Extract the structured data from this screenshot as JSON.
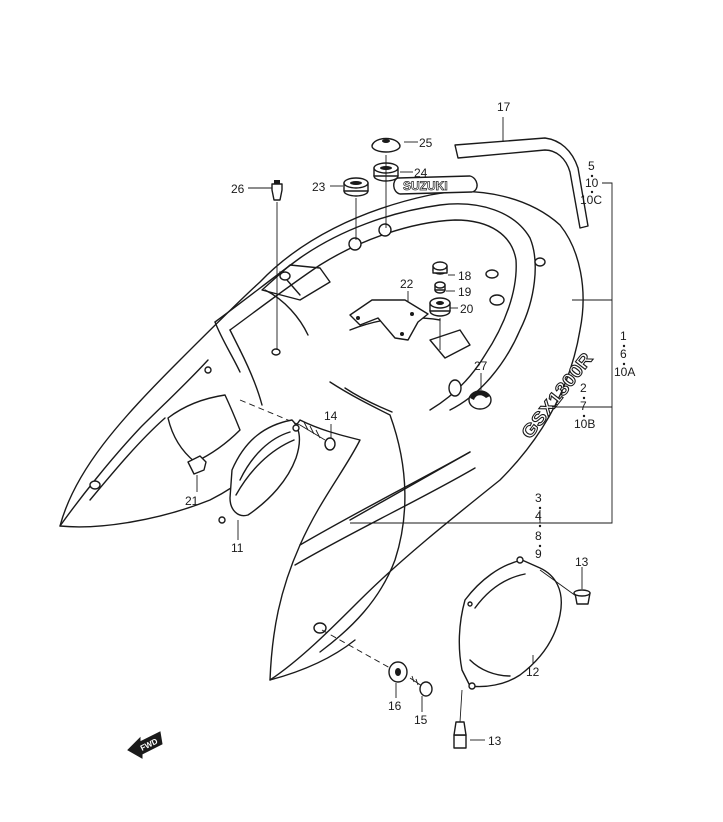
{
  "callouts": {
    "c1": "1",
    "c2": "2",
    "c3": "3",
    "c4": "4",
    "c5": "5",
    "c6": "6",
    "c7": "7",
    "c8": "8",
    "c9": "9",
    "c10a": "10",
    "c10b": "10A",
    "c10c": "10B",
    "c10d": "10C",
    "c11": "11",
    "c12": "12",
    "c13a": "13",
    "c13b": "13",
    "c14": "14",
    "c15": "15",
    "c16": "16",
    "c17": "17",
    "c18": "18",
    "c19": "19",
    "c20": "20",
    "c21": "21",
    "c22": "22",
    "c23": "23",
    "c24": "24",
    "c25": "25",
    "c26": "26",
    "c27": "27"
  },
  "emblem": {
    "brand": "SUZUKI",
    "model": "GSX1300R"
  },
  "badge": {
    "text": "FWD"
  }
}
